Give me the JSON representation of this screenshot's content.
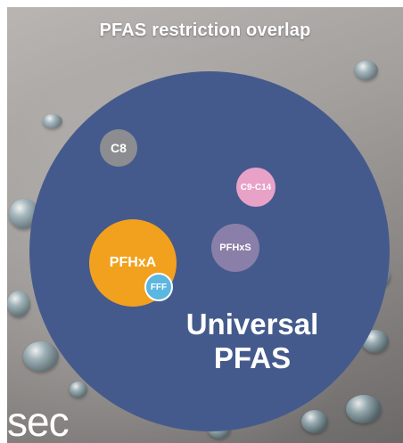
{
  "title": "PFAS restriction overlap",
  "circles": {
    "universal": {
      "line1": "Universal",
      "line2": "PFAS",
      "color": "#455a8c"
    },
    "c8": {
      "label": "C8",
      "color": "#8c8d90"
    },
    "c9c14": {
      "label": "C9-C14",
      "color": "#e8a2c8"
    },
    "pfhxs": {
      "label": "PFHxS",
      "color": "#8a7fa8"
    },
    "pfhxa": {
      "label": "PFHxA",
      "color": "#f2a11e"
    },
    "fff": {
      "label": "FFF",
      "color": "#5bb6e0"
    }
  },
  "logo": {
    "text": "sec"
  }
}
